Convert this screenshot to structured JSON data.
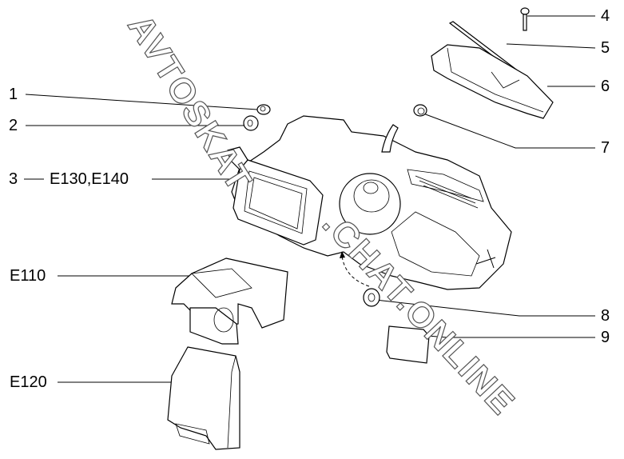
{
  "callouts": {
    "c1": "1",
    "c2": "2",
    "c3": "3",
    "c3_variant": "E130,E140",
    "c4": "4",
    "c5": "5",
    "c6": "6",
    "c7": "7",
    "c8": "8",
    "c9": "9",
    "e110": "E110",
    "e120": "E120"
  },
  "watermark": {
    "part1": "AVTOSKAT",
    "part2": ".CHAT.ONLINE"
  }
}
